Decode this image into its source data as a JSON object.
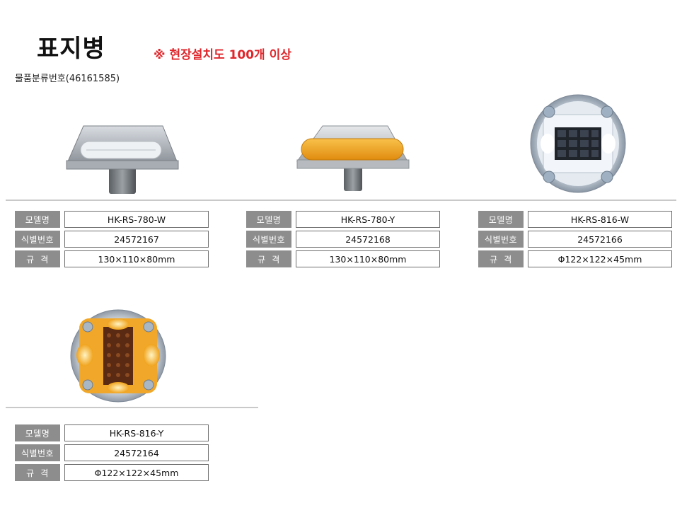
{
  "header": {
    "title": "표지병",
    "notice": "※ 현장설치도 100개 이상",
    "classification": "물품분류번호(46161585)"
  },
  "labels": {
    "model": "모델명",
    "id": "식별번호",
    "size": "규  격"
  },
  "products": [
    {
      "model": "HK-RS-780-W",
      "id": "24572167",
      "size": "130×110×80mm",
      "image": "white-road-stud-icon"
    },
    {
      "model": "HK-RS-780-Y",
      "id": "24572168",
      "size": "130×110×80mm",
      "image": "yellow-road-stud-icon"
    },
    {
      "model": "HK-RS-816-W",
      "id": "24572166",
      "size": "Φ122×122×45mm",
      "image": "white-solar-led-stud-icon"
    },
    {
      "model": "HK-RS-816-Y",
      "id": "24572164",
      "size": "Φ122×122×45mm",
      "image": "yellow-solar-led-stud-icon"
    }
  ],
  "colors": {
    "notice": "#e0262b",
    "label_bg": "#8d8d8d",
    "divider": "#c9c9c9",
    "amber": "#f5a623"
  }
}
